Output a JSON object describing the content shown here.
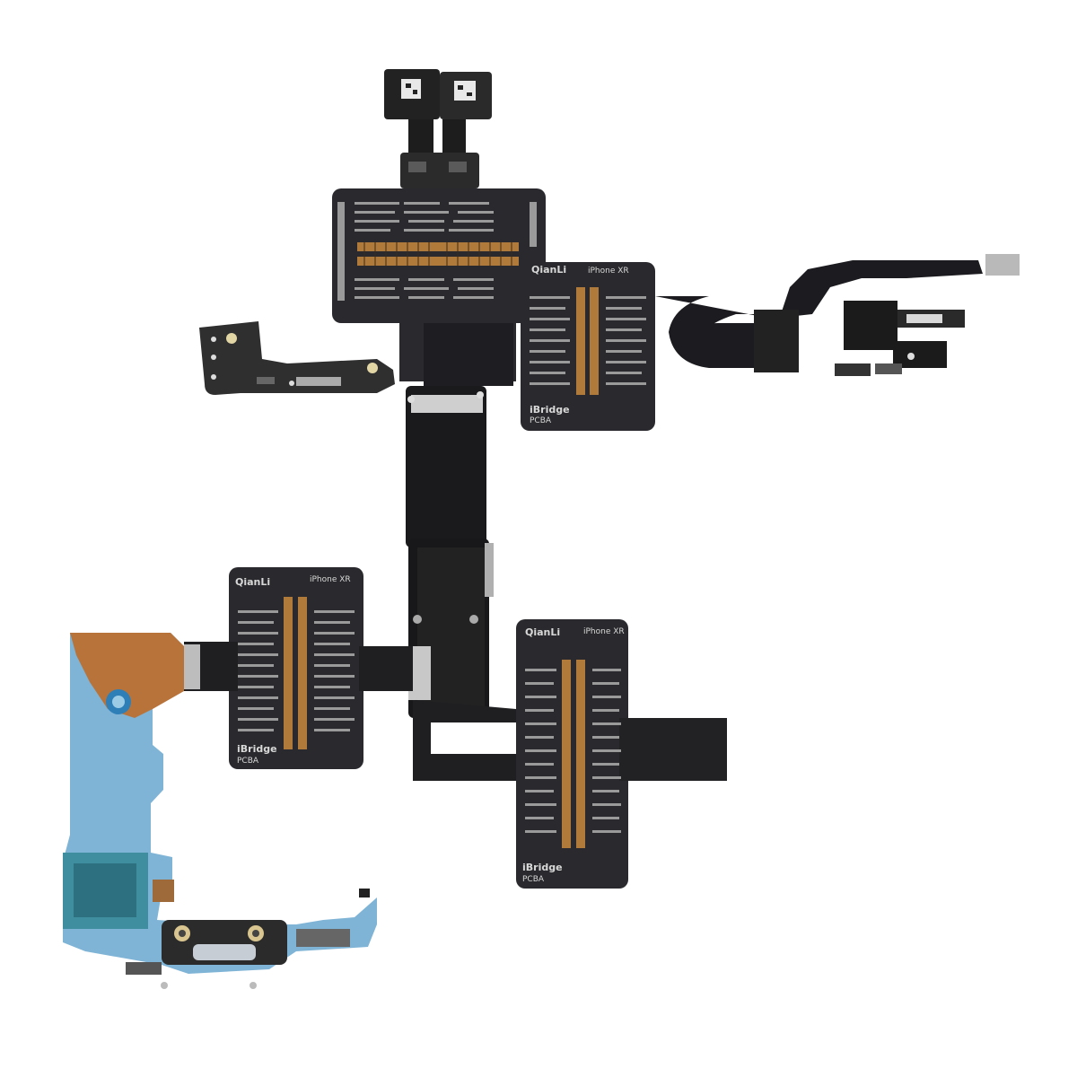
{
  "scene": {
    "description_free": true,
    "background_color": "#ffffff",
    "pcb_color": "#2a2a2e",
    "flex_color": "#1c1c20",
    "connector_color": "#b07a3a",
    "copper_color": "#b8733b",
    "blue_flex_color": "#7fb4d6"
  },
  "boards": [
    {
      "id": "top-board",
      "brand": "QianLi",
      "subtitle": "iPhone XR",
      "footer_left": "iBridge",
      "footer_left_sub": "PCBA",
      "footer_right": ""
    },
    {
      "id": "left-board",
      "brand": "QianLi",
      "subtitle": "iPhone XR",
      "footer_left": "iBridge",
      "footer_left_sub": "PCBA",
      "footer_right": ""
    },
    {
      "id": "bottom-board",
      "brand": "QianLi",
      "subtitle": "iPhone XR",
      "footer_left": "iBridge",
      "footer_left_sub": "PCBA",
      "footer_right": ""
    }
  ]
}
